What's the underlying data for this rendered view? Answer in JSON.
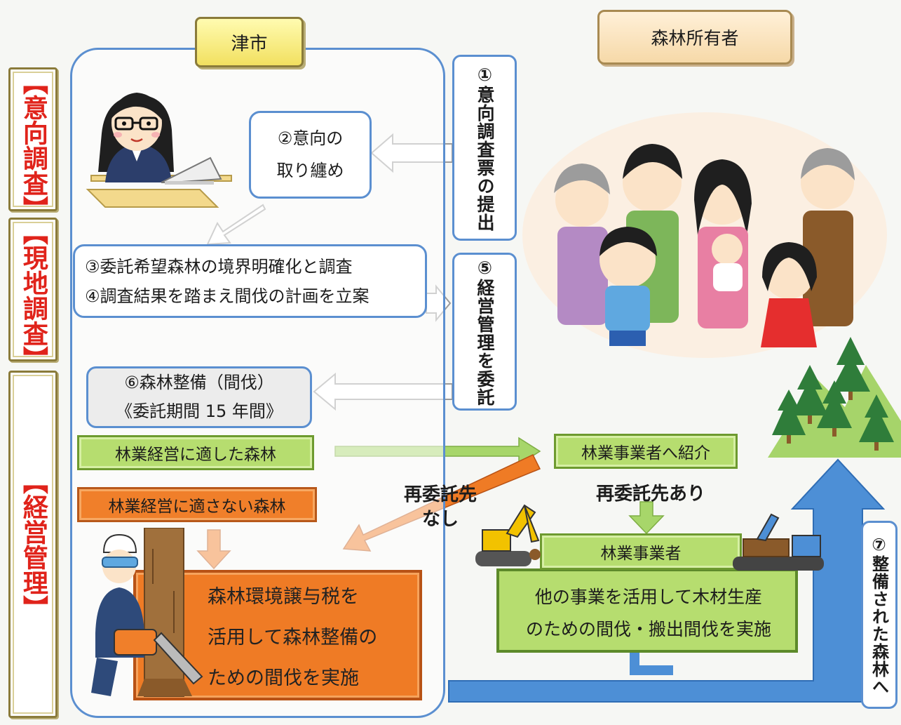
{
  "phases": {
    "survey": "【意向調査】",
    "field": "【現地調査】",
    "management": "【経営管理】"
  },
  "headers": {
    "city": "津市",
    "owner": "森林所有者"
  },
  "steps": {
    "step1": "①意向調査票の提出",
    "step2_line1": "②意向の",
    "step2_line2": "取り纏め",
    "step3": "③委託希望森林の境界明確化と調査",
    "step4": "④調査結果を踏まえ間伐の計画を立案",
    "step5": "⑤経営管理を委託",
    "step6_line1": "⑥森林整備（間伐）",
    "step6_line2": "《委託期間 15 年間》",
    "step7": "⑦整備された森林へ"
  },
  "forests": {
    "suitable": "林業経営に適した森林",
    "unsuitable": "林業経営に適さない森林",
    "introduce": "林業事業者へ紹介",
    "operator": "林業事業者"
  },
  "labels": {
    "no_recontract_line1": "再委託先",
    "no_recontract_line2": "なし",
    "with_recontract": "再委託先あり"
  },
  "outcomes": {
    "city_line1": "森林環境譲与税を",
    "city_line2": "活用して森林整備の",
    "city_line3": "ための間伐を実施",
    "operator_line1": "他の事業を活用して木材生産",
    "operator_line2": "のための間伐・搬出間伐を実施"
  },
  "colors": {
    "accent_blue": "#5b8fd0",
    "arrow_blue": "#4d8fd6",
    "green": "#b6dd6f",
    "orange": "#ef7b25",
    "phase_red": "#e0231b"
  }
}
